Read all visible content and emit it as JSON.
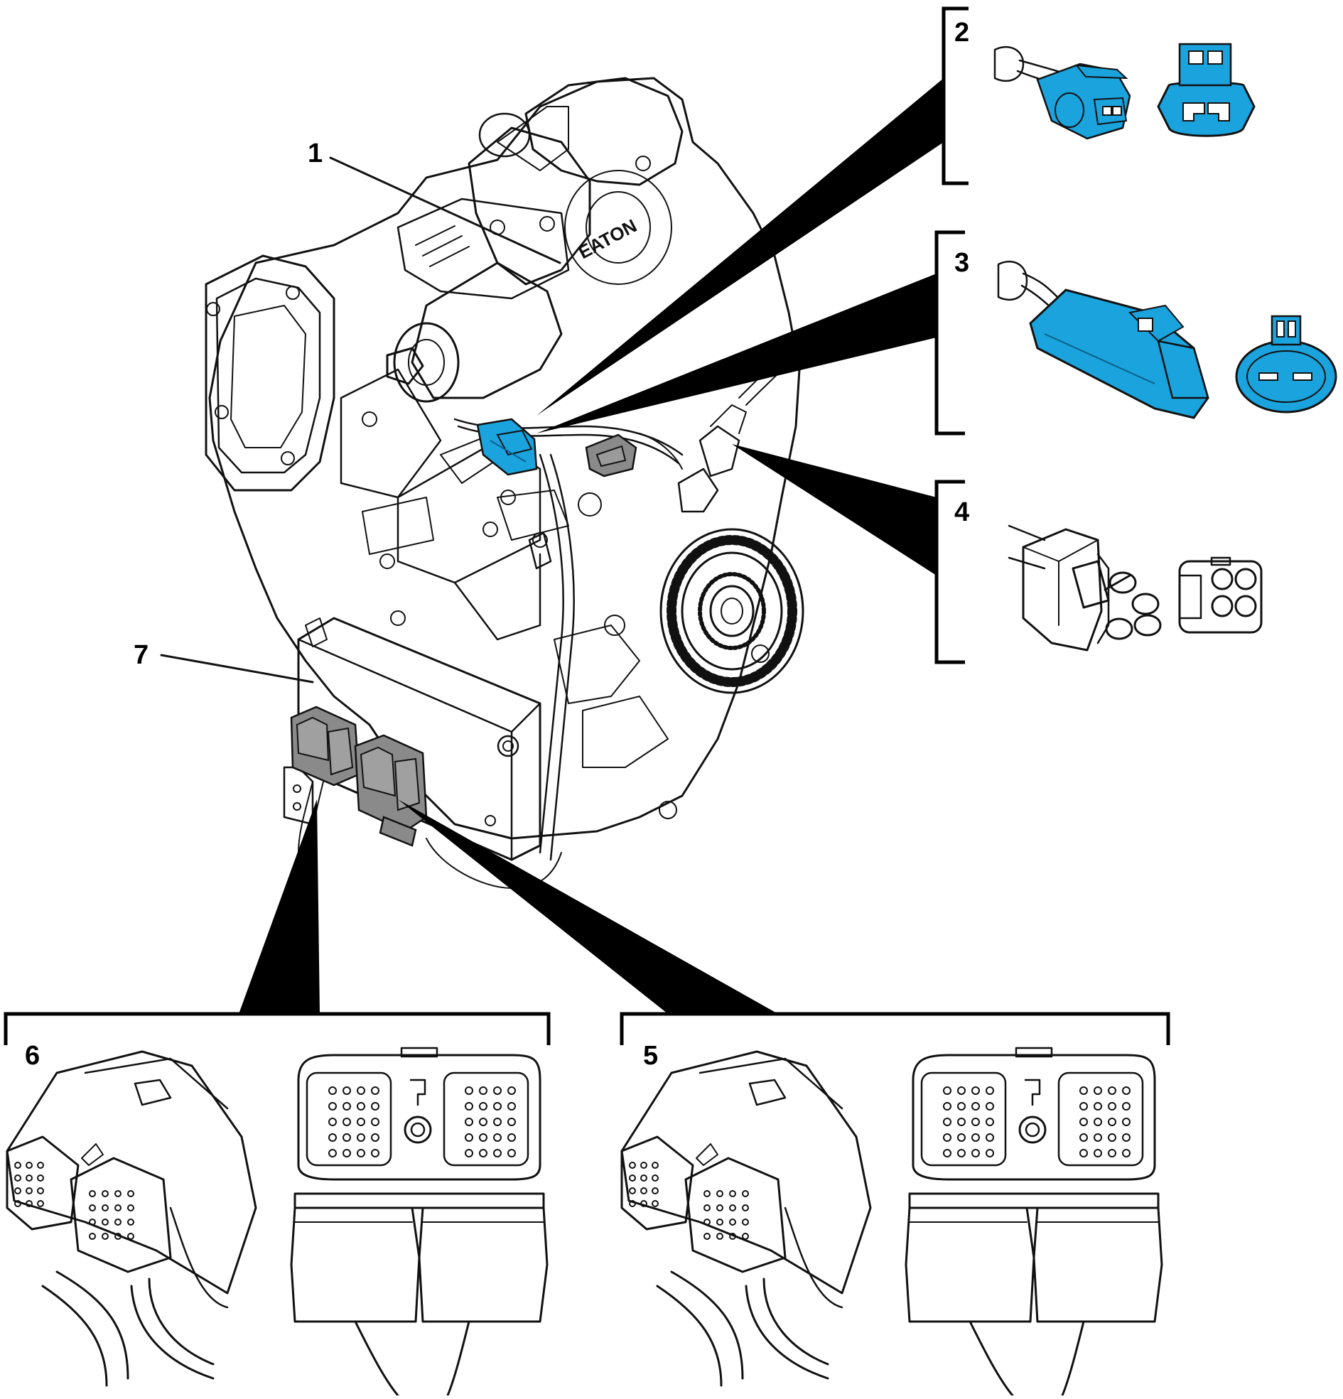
{
  "colors": {
    "accent": "#1aa3dd",
    "accent_dark": "#0b5f87",
    "connector_gray": "#8a8a8a",
    "ink": "#111111",
    "paper": "#ffffff"
  },
  "callouts": [
    {
      "id": "c1",
      "label": "1"
    },
    {
      "id": "c2",
      "label": "2"
    },
    {
      "id": "c3",
      "label": "3"
    },
    {
      "id": "c4",
      "label": "4"
    },
    {
      "id": "c5",
      "label": "5"
    },
    {
      "id": "c6",
      "label": "6"
    },
    {
      "id": "c7",
      "label": "7"
    }
  ],
  "housing_logo": "EATON"
}
